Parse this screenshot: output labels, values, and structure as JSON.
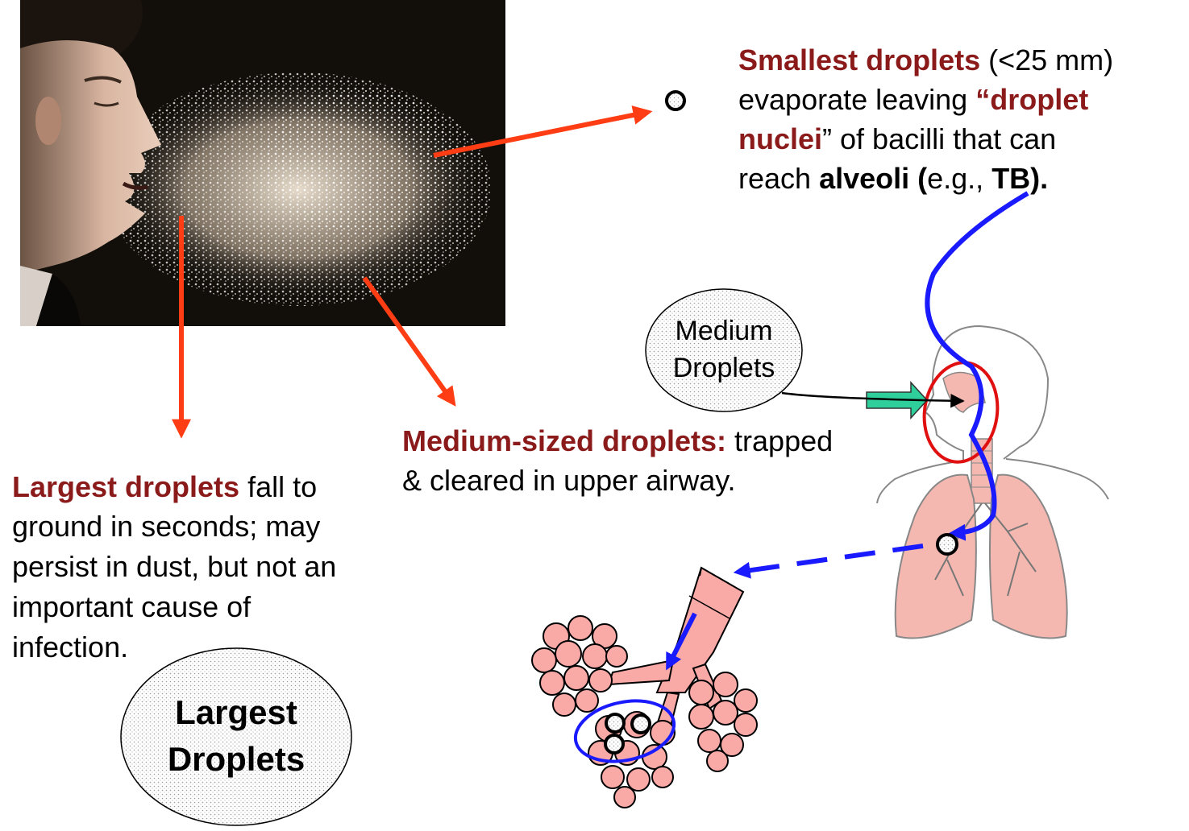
{
  "smallest": {
    "line1_bold": "Smallest droplets",
    "line1_rest": " (<25 mm)",
    "line2_pre": "evaporate leaving ",
    "open_quote": "“",
    "line2_bold": "droplet",
    "line3_bold": "nuclei",
    "close_quote": "”",
    "line3_rest": " of bacilli that can",
    "line4_pre": "reach ",
    "line4_bold1": "alveoli (",
    "line4_mid": "e.g., ",
    "line4_bold2": "TB)."
  },
  "medium": {
    "line1_bold": "Medium-sized droplets:",
    "line1_rest": " trapped",
    "line2": "& cleared in upper airway."
  },
  "largest": {
    "line1_bold": "Largest droplets",
    "line1_rest": " fall to",
    "line2": "ground in seconds; may",
    "line3": "persist in dust, but not an",
    "line4": "important cause of",
    "line5": "infection."
  },
  "medium_bubble": {
    "line1": "Medium",
    "line2": "Droplets"
  },
  "largest_bubble": {
    "line1": "Largest",
    "line2": "Droplets"
  },
  "colors": {
    "arrow": "#ff3d14",
    "dark_red_text": "#8b1a1a",
    "blue_path": "#1a1aff",
    "lung_pink": "#f4b8b0",
    "alveoli_pink": "#f9a9a6",
    "teal_arrow": "#2ecf9a",
    "red_ring": "#e01010"
  }
}
